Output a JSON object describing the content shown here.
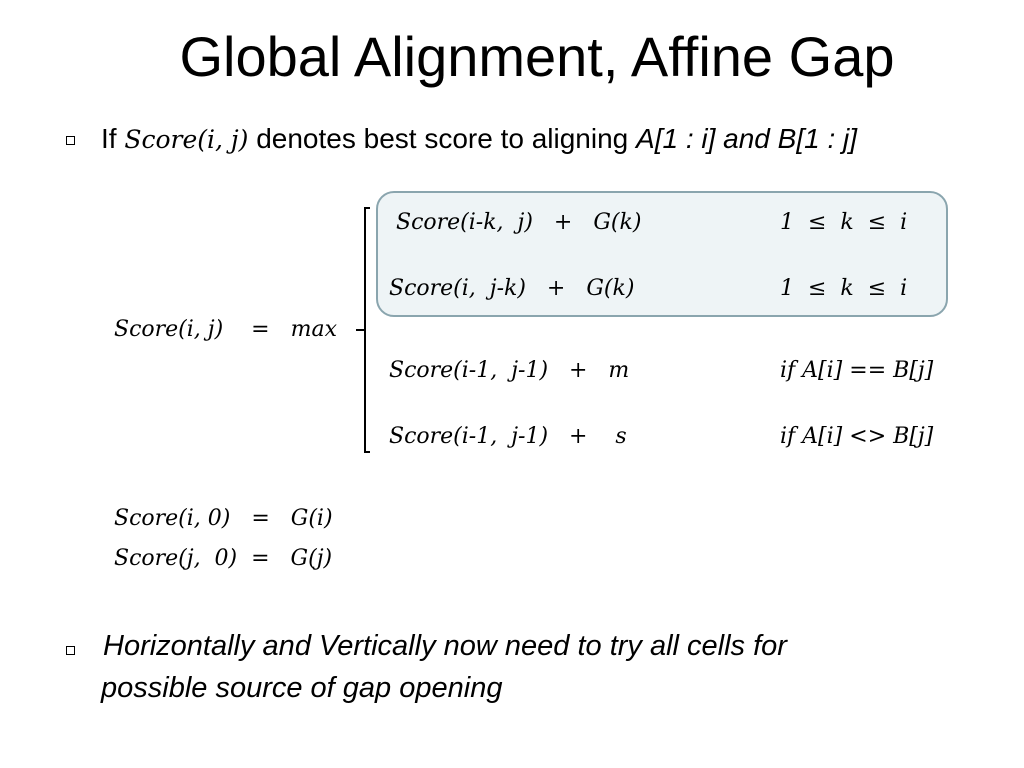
{
  "slide": {
    "title": "Global Alignment, Affine Gap",
    "bullet1": {
      "prefix": "If ",
      "score_term": "Score(i, j)",
      "middle": " denotes best score to aligning ",
      "range": "A[1 : i] and B[1 : j]"
    },
    "recurrence": {
      "lhs": "Score(i, j)",
      "equals": "=",
      "op": "max",
      "cases": [
        {
          "expr": "Score(i-k,  j)   +   G(k)",
          "cond": "1  ≤  k  ≤  i"
        },
        {
          "expr": "Score(i,  j-k)   +   G(k)",
          "cond": "1  ≤  k  ≤  i"
        },
        {
          "expr": "Score(i-1,  j-1)   +   m",
          "cond": "if A[i] == B[j]"
        },
        {
          "expr": "Score(i-1,  j-1)   +    s",
          "cond": "if A[i] <> B[j]"
        }
      ]
    },
    "base_cases": [
      "Score(i, 0)   =   G(i)",
      "Score(j,  0)  =   G(j)"
    ],
    "bullet2": {
      "line1": "Horizontally and Vertically now need to try all cells for",
      "line2": "possible source of gap opening"
    }
  }
}
